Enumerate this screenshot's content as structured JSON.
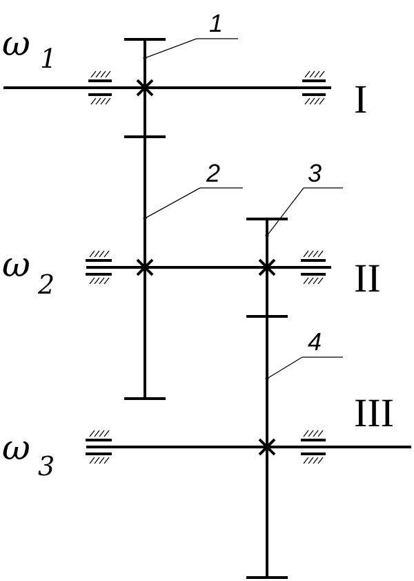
{
  "shafts": [
    {
      "roman": "I",
      "omega": "ω",
      "sub": "1"
    },
    {
      "roman": "II",
      "omega": "ω",
      "sub": "2"
    },
    {
      "roman": "III",
      "omega": "ω",
      "sub": "3"
    }
  ],
  "gears": [
    {
      "number": "1"
    },
    {
      "number": "2"
    },
    {
      "number": "3"
    },
    {
      "number": "4"
    }
  ]
}
